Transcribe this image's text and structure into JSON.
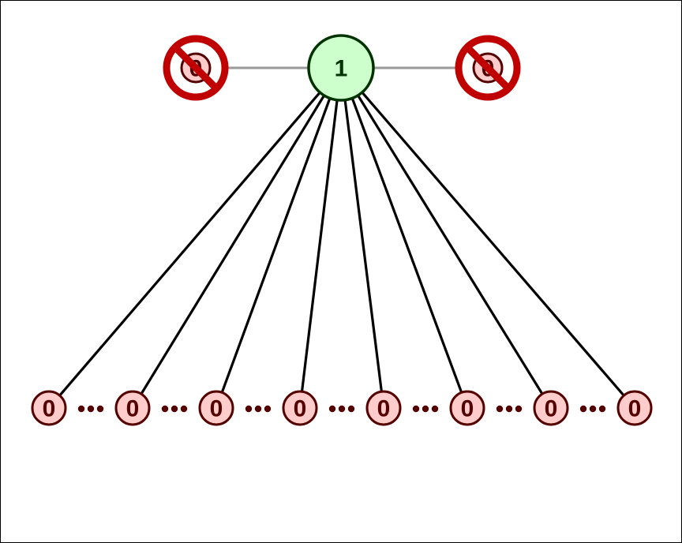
{
  "colors": {
    "edge_dark": "#000000",
    "edge_light": "#999999",
    "node_zero_fill": "#ffcccc",
    "node_zero_stroke": "#550000",
    "node_one_fill": "#ccffcc",
    "node_one_stroke": "#003300",
    "forbidden_red": "#c00000",
    "ellipsis": "#550000"
  },
  "diagram": {
    "center_node": {
      "label": "1"
    },
    "forbidden_nodes": [
      {
        "label": "0",
        "icon": "prohibited-icon"
      },
      {
        "label": "0",
        "icon": "prohibited-icon"
      }
    ],
    "bottom_nodes": [
      {
        "label": "0"
      },
      {
        "label": "0"
      },
      {
        "label": "0"
      },
      {
        "label": "0"
      },
      {
        "label": "0"
      },
      {
        "label": "0"
      },
      {
        "label": "0"
      },
      {
        "label": "0"
      }
    ],
    "separator_icon": "ellipsis-icon"
  }
}
